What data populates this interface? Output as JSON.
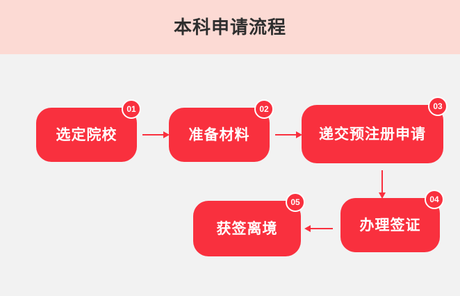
{
  "header": {
    "title": "本科申请流程",
    "background_color": "#fcdad4",
    "title_color": "#2e2e2e"
  },
  "theme": {
    "accent_color": "#f9303e",
    "page_background": "#f2f2f2",
    "badge_ring_color": "#ffffff",
    "step_text_color": "#ffffff"
  },
  "flow": {
    "steps": [
      {
        "number": "01",
        "label": "选定院校"
      },
      {
        "number": "02",
        "label": "准备材料"
      },
      {
        "number": "03",
        "label": "递交预注册申请"
      },
      {
        "number": "04",
        "label": "办理签证"
      },
      {
        "number": "05",
        "label": "获签离境"
      }
    ],
    "connectors": [
      {
        "from": "01",
        "to": "02",
        "direction": "right"
      },
      {
        "from": "02",
        "to": "03",
        "direction": "right"
      },
      {
        "from": "03",
        "to": "04",
        "direction": "down"
      },
      {
        "from": "04",
        "to": "05",
        "direction": "left"
      }
    ]
  }
}
